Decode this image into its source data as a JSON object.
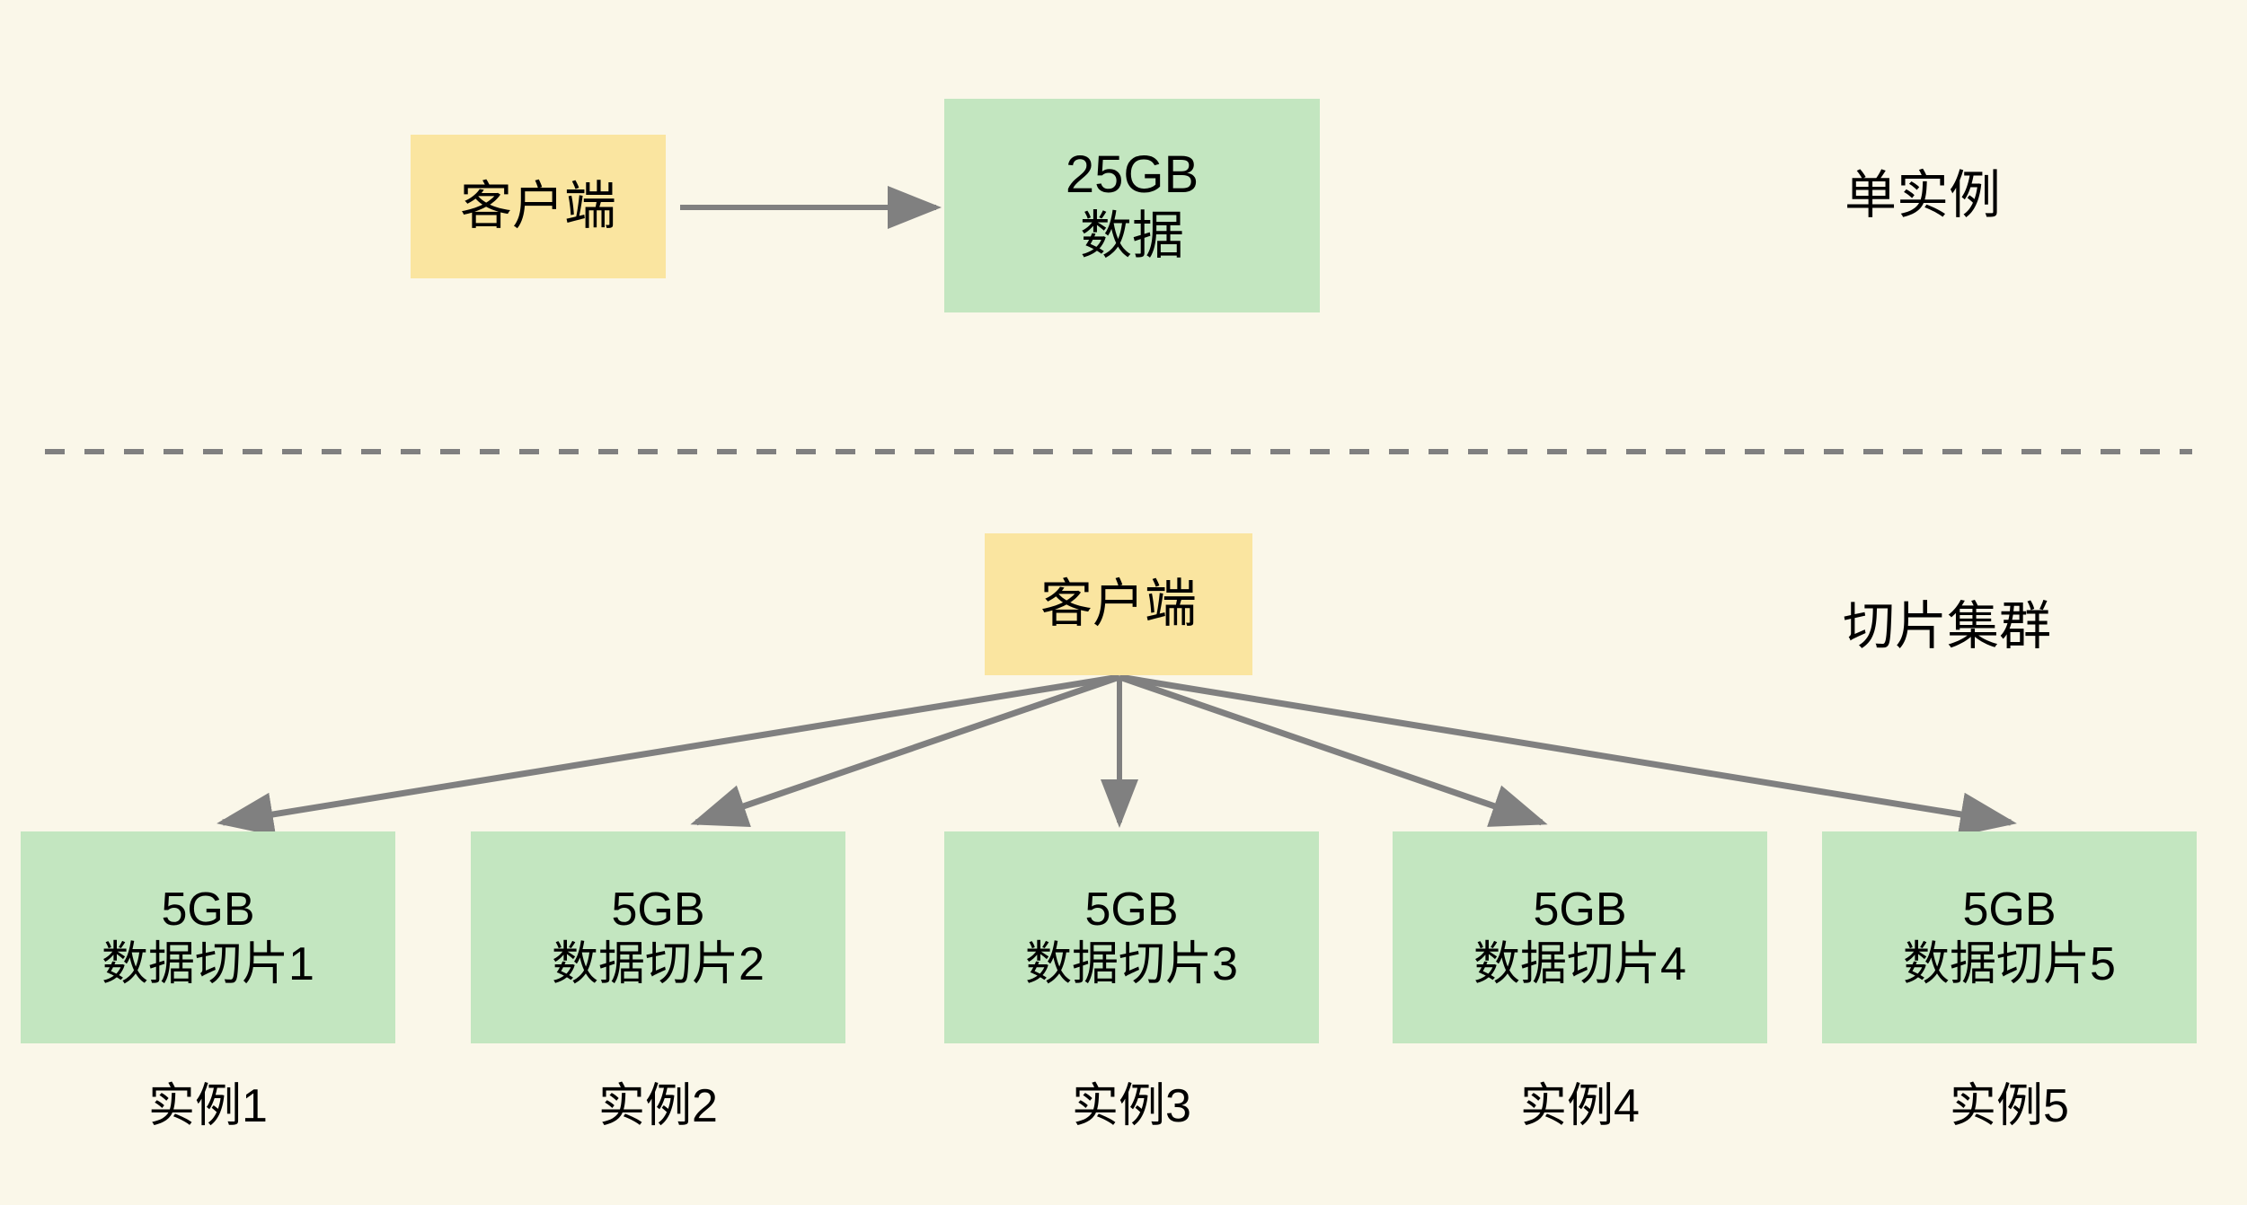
{
  "diagram": {
    "title_single": "单实例",
    "title_cluster": "切片集群",
    "colors": {
      "background": "#faf7e9",
      "client_box": "#fae5a0",
      "data_box": "#c3e6c0",
      "arrow": "#808080",
      "divider": "#808080",
      "text": "#000000"
    },
    "single_instance": {
      "client": {
        "label": "客户端"
      },
      "data": {
        "line1": "25GB",
        "line2": "数据"
      },
      "side_label": "单实例",
      "arrow": {
        "from": "client",
        "to": "data",
        "direction": "right"
      }
    },
    "sharded_cluster": {
      "client": {
        "label": "客户端"
      },
      "side_label": "切片集群",
      "shards": [
        {
          "size": "5GB",
          "name": "数据切片1",
          "instance": "实例1"
        },
        {
          "size": "5GB",
          "name": "数据切片2",
          "instance": "实例2"
        },
        {
          "size": "5GB",
          "name": "数据切片3",
          "instance": "实例3"
        },
        {
          "size": "5GB",
          "name": "数据切片4",
          "instance": "实例4"
        },
        {
          "size": "5GB",
          "name": "数据切片5",
          "instance": "实例5"
        }
      ],
      "fan_out_arrows": 5
    },
    "divider": {
      "style": "dashed"
    }
  }
}
